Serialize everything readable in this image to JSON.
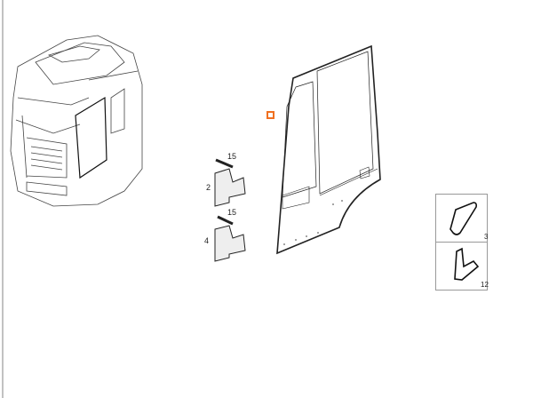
{
  "diagram": {
    "hotspot_color": "#f07020",
    "parts": [
      {
        "callout": "15",
        "part": "bolt-upper"
      },
      {
        "callout": "2",
        "part": "hinge-upper"
      },
      {
        "callout": "15",
        "part": "bolt-lower"
      },
      {
        "callout": "4",
        "part": "hinge-lower"
      },
      {
        "callout": "3",
        "part": "plate-triangular"
      },
      {
        "callout": "12",
        "part": "plate-l-shaped"
      }
    ]
  }
}
